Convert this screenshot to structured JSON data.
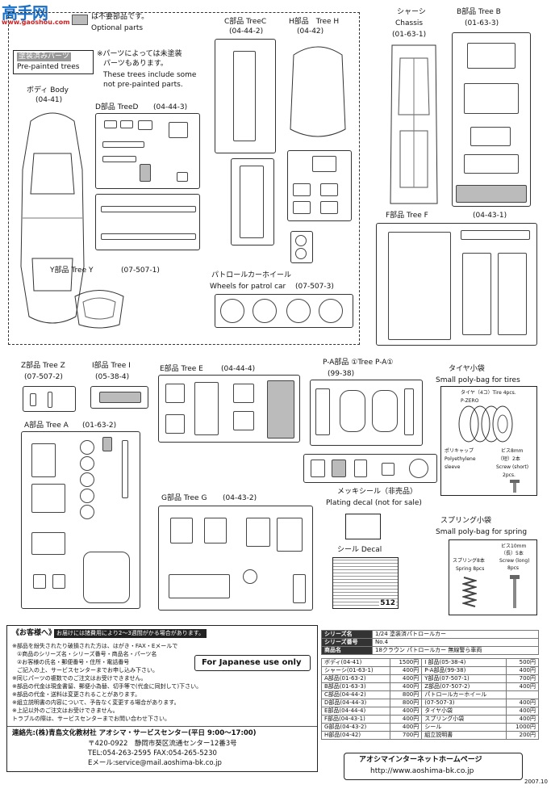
{
  "watermark": {
    "logo_text": "高手网",
    "url": "www.gaoshou.com"
  },
  "legend": {
    "jp": "は不要部品です。",
    "en": "Optional parts"
  },
  "prepainted": {
    "jp": "塗装済みパーツ",
    "en": "Pre-painted trees",
    "note_jp1": "※パーツによっては未塗装",
    "note_jp2": "パーツもあります。",
    "note_en1": "These trees include some",
    "note_en2": "not pre-painted parts."
  },
  "trees": {
    "body": {
      "title": "ボディ Body",
      "code": "(04-41)"
    },
    "c_h": {
      "title_c": "C部品 TreeC",
      "title_h": "H部品　Tree H",
      "code_c": "(04-44-2)",
      "code_h": "(04-42)"
    },
    "chassis": {
      "title": "シャーシ",
      "en": "Chassis",
      "code": "(01-63-1)"
    },
    "b": {
      "title": "B部品 Tree B",
      "code": "(01-63-3)"
    },
    "d": {
      "title": "D部品 TreeD",
      "code": "(04-44-3)"
    },
    "y": {
      "title": "Y部品 Tree Y",
      "code": "(07-507-1)"
    },
    "wheels": {
      "title_jp": "パトロールカーホイール",
      "title_en": "Wheels for patrol car",
      "code": "(07-507-3)"
    },
    "f": {
      "title": "F部品 Tree F",
      "code": "(04-43-1)"
    },
    "z": {
      "title": "Z部品 Tree Z",
      "code": "(07-507-2)"
    },
    "i": {
      "title": "I部品 Tree I",
      "code": "(05-38-4)"
    },
    "e": {
      "title": "E部品 Tree E",
      "code": "(04-44-4)"
    },
    "pa": {
      "title": "P-A部品 ①Tree P-A①",
      "code": "(99-38)"
    },
    "a": {
      "title": "A部品 Tree A",
      "code": "(01-63-2)"
    },
    "g": {
      "title": "G部品 Tree G",
      "code": "(04-43-2)"
    }
  },
  "polybag_tires": {
    "jp": "タイヤ小袋",
    "en": "Small poly-bag for tires",
    "tire_label": "タイヤ（4コ）Tire 4pcs.",
    "tire_brand": "P-ZERO",
    "cap_jp": "ポリキャップ",
    "cap_en1": "Polyethylene",
    "cap_en2": "sleeve",
    "screw_short1": "ビス8mm",
    "screw_short2": "（短）2本",
    "screw_short3": "Screw (short)",
    "screw_short4": "2pcs."
  },
  "plating_decal": {
    "jp": "メッキシール（非売品）",
    "en": "Plating decal (not for sale)"
  },
  "decal": {
    "label": "シール Decal",
    "number": "512"
  },
  "polybag_spring": {
    "jp": "スプリング小袋",
    "en": "Small poly-bag for spring",
    "spring_jp": "スプリング8本",
    "spring_en": "Spring 8pcs",
    "screw_long1": "ビス10mm",
    "screw_long2": "（長）5本",
    "screw_long3": "Screw (long)",
    "screw_long4": "8pcs"
  },
  "customer": {
    "heading": "《お客様へ》",
    "notice": "お届けには諸費用により2～3週間がかる場合があります。",
    "lines": [
      "※部品を紛失されたり破損された方は、はがき・FAX・Eメールで",
      "①商品のシリーズ名・シリーズ番号・商品名・パーツ名",
      "②お客様の氏名・郵便番号・住所・電話番号",
      "ご記入の上、サービスセンターまでお申し込み下さい。",
      "※同じパーツの複数でのご注文はお受けできません。",
      "※部品の代金は現金書留、郵便小為替、切手等で(代金に同封して)下さい。",
      "※部品の代金・送料は変更されることがあります。",
      "※組立説明書の内容について、予告なく変更する場合があります。",
      "※上記以外のご注文はお受けできません。",
      "トラブルの際は、サービスセンターまでお問い合わせ下さい。"
    ],
    "japan_only": "For Japanese use only",
    "contact": "連絡先:(株)青島文化教材社 アオシマ・サービスセンター(平日 9:00～17:00)",
    "postal": "〒420-0922　静岡市葵区流通センター12番3号",
    "tel": "TEL:054-263-2595 FAX:054-265-5230",
    "email": "Eメール:service@mail.aoshima-bk.co.jp"
  },
  "price_table": {
    "series_name_label": "シリーズ名",
    "series_name": "1/24 塗装済パトロールカー",
    "series_no_label": "シリーズ番号",
    "series_no": "No.4",
    "product_label": "商品名",
    "product": "18クラウン パトロールカー 無線警ら車両",
    "left": [
      [
        "ボディ(04-41)",
        "1500円"
      ],
      [
        "シャーシ(01-63-1)",
        "400円"
      ],
      [
        "A部品(01-63-2)",
        "400円"
      ],
      [
        "B部品(01-63-3)",
        "400円"
      ],
      [
        "C部品(04-44-2)",
        "800円"
      ],
      [
        "D部品(04-44-3)",
        "800円"
      ],
      [
        "E部品(04-44-4)",
        "400円"
      ],
      [
        "F部品(04-43-1)",
        "400円"
      ],
      [
        "G部品(04-43-2)",
        "400円"
      ],
      [
        "H部品(04-42)",
        "700円"
      ]
    ],
    "right": [
      [
        "I 部品(05-38-4)",
        "500円"
      ],
      [
        "P-A部品(99-38)",
        "400円"
      ],
      [
        "Y部品(07-507-1)",
        "700円"
      ],
      [
        "Z部品(07-507-2)",
        "400円"
      ],
      [
        "パトロールカーホイール",
        ""
      ],
      [
        "(07-507-3)",
        "400円"
      ],
      [
        "タイヤ小袋",
        "400円"
      ],
      [
        "スプリング小袋",
        "400円"
      ],
      [
        "シール",
        "1000円"
      ],
      [
        "組立説明書",
        "200円"
      ]
    ]
  },
  "homepage": {
    "jp": "アオシマインターネットホームページ",
    "url": "http://www.aoshima-bk.co.jp"
  },
  "date": "2007.10"
}
